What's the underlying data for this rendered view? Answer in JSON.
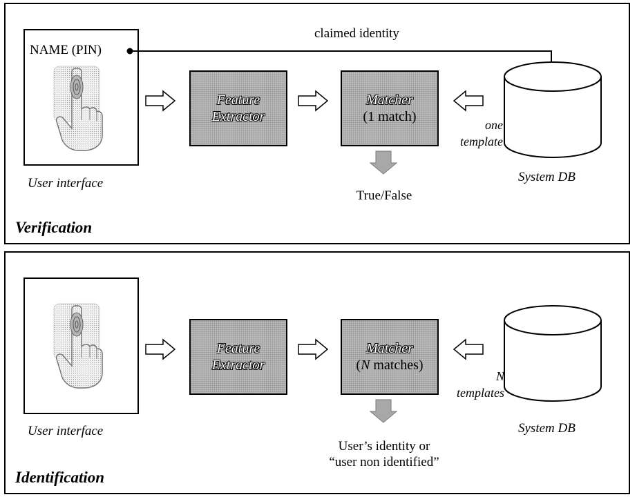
{
  "verification": {
    "title": "Verification",
    "pin_label": "NAME (PIN)",
    "claimed_label": "claimed identity",
    "ui_caption": "User interface",
    "feature_line1": "Feature",
    "feature_line2": "Extractor",
    "matcher_line1": "Matcher",
    "matcher_line2": "(1 match)",
    "templates_line1": "one",
    "templates_line2": "template",
    "db_caption": "System DB",
    "output": "True/False"
  },
  "identification": {
    "title": "Identification",
    "ui_caption": "User interface",
    "feature_line1": "Feature",
    "feature_line2": "Extractor",
    "matcher_line1": "Matcher",
    "matcher_n": "N",
    "matcher_rest": " matches)",
    "templates_line1": "N",
    "templates_line2": "templates",
    "db_caption": "System DB",
    "output_line1": "User’s identity or",
    "output_line2": "“user non identified”"
  },
  "icons": {
    "fingerprint": "fingerprint-hand-icon",
    "right_arrow": "hollow-right-arrow-icon",
    "left_arrow": "hollow-left-arrow-icon",
    "down_arrow": "gray-down-arrow-icon",
    "database": "database-cylinder-icon"
  }
}
